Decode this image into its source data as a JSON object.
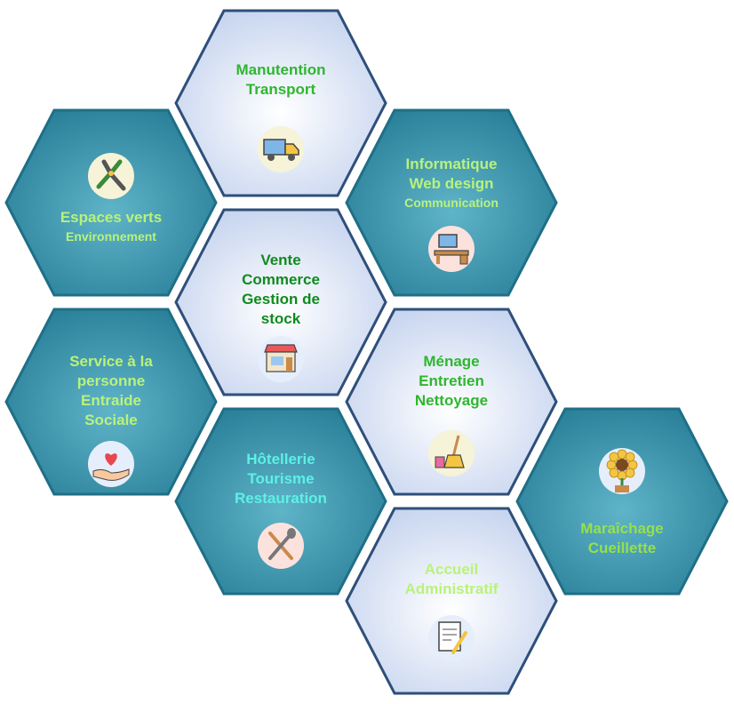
{
  "colors": {
    "teal_fill": "#2f8aa3",
    "teal_border": "#1f6f86",
    "light_fill": "#dbe6f6",
    "light_border": "#2e4f7a",
    "green": "#2fb62f",
    "dark_green": "#0f8b1e",
    "light_green": "#b9f27a",
    "pale_green": "#96e04c",
    "cyan": "#5ef0e6"
  },
  "cells": [
    {
      "id": "manutention",
      "lines": [
        "Manutention",
        "Transport"
      ],
      "icon": "truck-icon"
    },
    {
      "id": "espaces",
      "lines": [
        "Espaces verts"
      ],
      "small": "Environnement",
      "icon": "pruning-shears-icon"
    },
    {
      "id": "informatique",
      "lines": [
        "Informatique",
        "Web design"
      ],
      "small": "Communication",
      "icon": "computer-desk-icon"
    },
    {
      "id": "vente",
      "lines": [
        "Vente",
        "Commerce",
        "Gestion de",
        "stock"
      ],
      "icon": "shop-icon"
    },
    {
      "id": "service",
      "lines": [
        "Service à la",
        "personne",
        "Entraide",
        "Sociale"
      ],
      "icon": "heart-hand-icon"
    },
    {
      "id": "menage",
      "lines": [
        "Ménage",
        "Entretien",
        "Nettoyage"
      ],
      "icon": "broom-icon"
    },
    {
      "id": "hotellerie",
      "lines": [
        "Hôtellerie",
        "Tourisme",
        "Restauration"
      ],
      "icon": "fork-spoon-icon"
    },
    {
      "id": "maraichage",
      "lines": [
        "Maraîchage",
        "Cueillette"
      ],
      "icon": "sunflower-icon"
    },
    {
      "id": "accueil",
      "lines": [
        "Accueil",
        "Administratif"
      ],
      "icon": "document-pen-icon"
    }
  ]
}
